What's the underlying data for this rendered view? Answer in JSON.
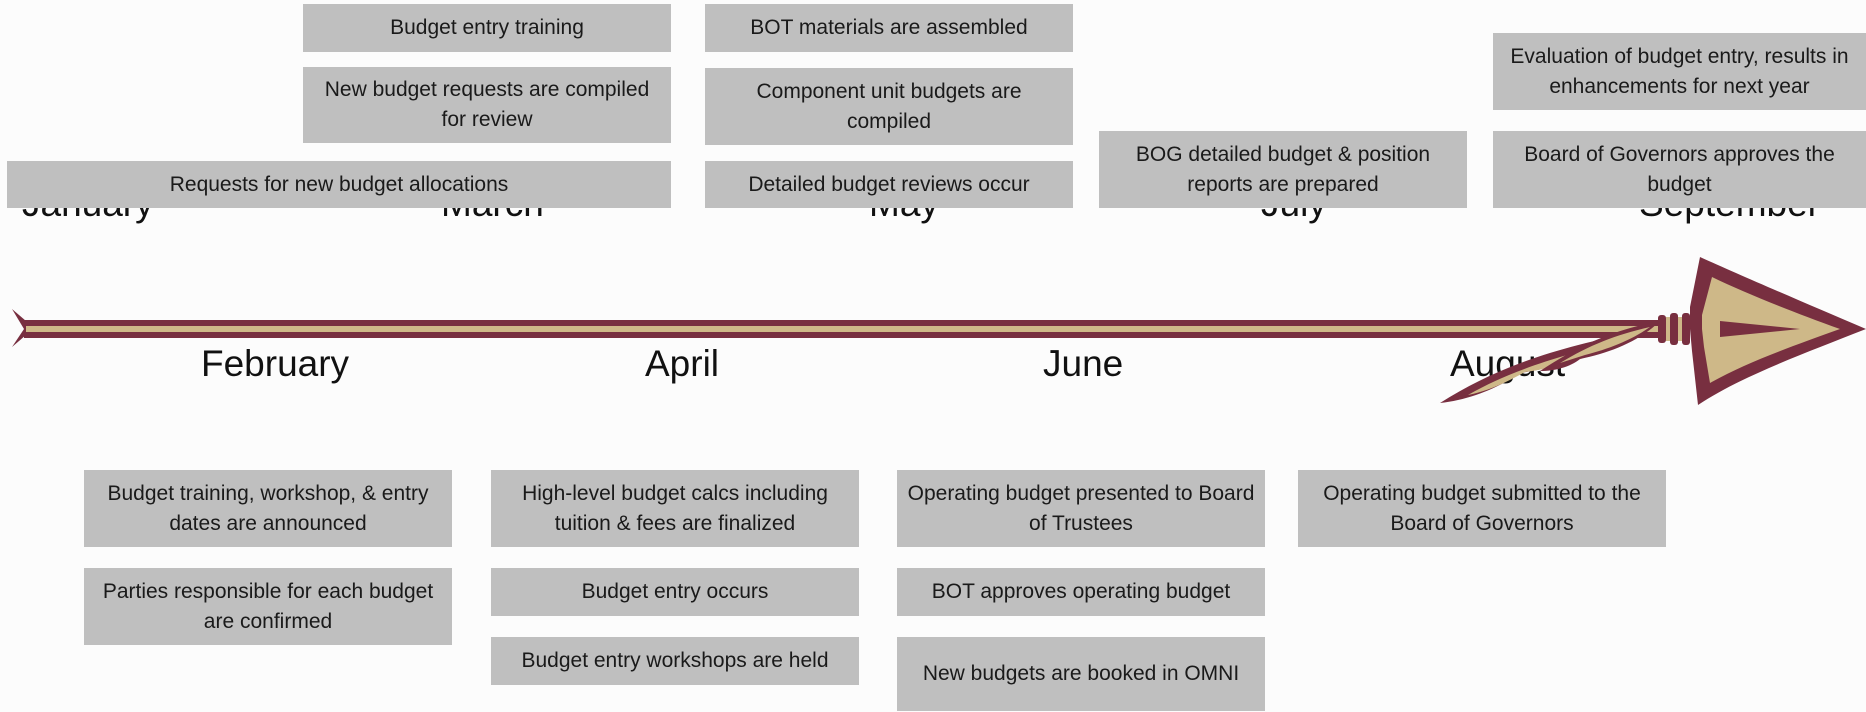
{
  "timeline": {
    "months": [
      {
        "key": "jan",
        "label": "January"
      },
      {
        "key": "feb",
        "label": "February"
      },
      {
        "key": "mar",
        "label": "March"
      },
      {
        "key": "apr",
        "label": "April"
      },
      {
        "key": "may",
        "label": "May"
      },
      {
        "key": "jun",
        "label": "June"
      },
      {
        "key": "jul",
        "label": "July"
      },
      {
        "key": "aug",
        "label": "August"
      },
      {
        "key": "sep",
        "label": "September"
      }
    ],
    "events": {
      "jan": [
        "Requests for new budget allocations"
      ],
      "feb": [
        "Budget training, workshop, & entry dates are announced",
        "Parties responsible for each budget are confirmed"
      ],
      "mar": [
        "Budget entry training",
        "New budget requests are compiled for review"
      ],
      "apr": [
        "High-level budget calcs including tuition & fees are finalized",
        "Budget entry occurs",
        "Budget entry workshops are held"
      ],
      "may": [
        "BOT materials are assembled",
        "Component unit budgets are compiled",
        "Detailed budget reviews occur"
      ],
      "jun": [
        "Operating budget presented to Board of Trustees",
        "BOT approves operating budget",
        "New budgets are booked in OMNI"
      ],
      "jul": [
        "BOG detailed budget & position reports are prepared"
      ],
      "aug": [
        "Operating budget submitted to the Board of Governors"
      ],
      "sep": [
        "Evaluation of budget entry, results in enhancements for next year",
        "Board of Governors approves the budget"
      ]
    }
  },
  "colors": {
    "box_fill": "#bfbfbf",
    "spear_garnet": "#782f40",
    "spear_gold": "#ceb888",
    "background": "#fcfcfc"
  },
  "icons": {
    "timeline_arrow": "spear-icon"
  }
}
